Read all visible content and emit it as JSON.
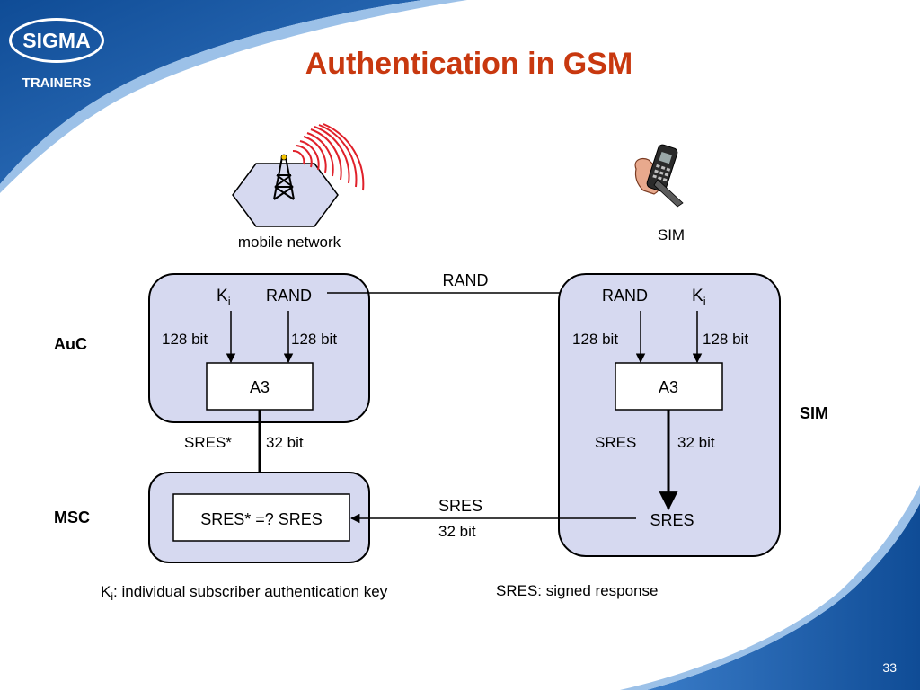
{
  "slide": {
    "title": "Authentication in GSM",
    "page_number": "33"
  },
  "logo": {
    "name": "SIGMA",
    "subtitle": "TRAINERS"
  },
  "colors": {
    "title": "#c8380f",
    "brand_blue": "#1f5fa8",
    "box_fill": "#d6d9f0",
    "signal_red": "#e0202a"
  },
  "icons": {
    "mobile_network": "cell-tower-hexagon-icon",
    "sim": "hand-holding-phone-icon"
  },
  "diagram": {
    "mobile_network_label": "mobile network",
    "sim_top_label": "SIM",
    "row_labels": {
      "auc": "AuC",
      "msc": "MSC",
      "sim": "SIM"
    },
    "auc": {
      "ki": "K",
      "ki_sub": "i",
      "rand": "RAND",
      "bits_left": "128 bit",
      "bits_right": "128 bit",
      "algorithm": "A3"
    },
    "sim_box": {
      "rand": "RAND",
      "ki": "K",
      "ki_sub": "i",
      "bits_left": "128 bit",
      "bits_right": "128 bit",
      "algorithm": "A3",
      "sres_label": "SRES",
      "sres_bits": "32 bit",
      "sres_out": "SRES"
    },
    "rand_arrow_label": "RAND",
    "auc_output_label": "SRES*",
    "auc_output_bits": "32 bit",
    "msc": {
      "compare": "SRES* =? SRES"
    },
    "sres_arrow_label": "SRES",
    "sres_arrow_bits": "32 bit"
  },
  "legend": {
    "ki": "K",
    "ki_sub": "i",
    "ki_text": ": individual subscriber authentication key",
    "sres_text": "SRES: signed response"
  }
}
